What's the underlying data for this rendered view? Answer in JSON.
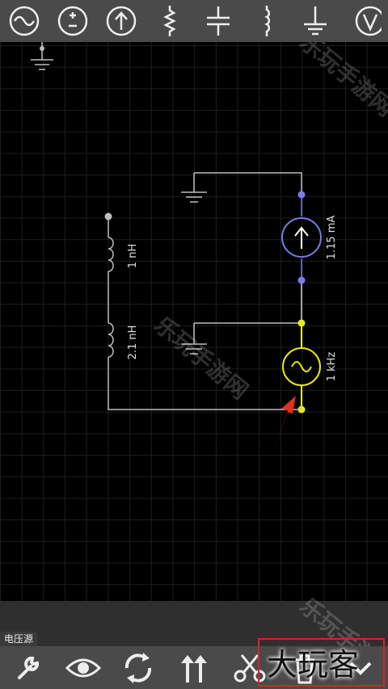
{
  "toolbar": {
    "tools": [
      {
        "name": "ac-source-tool"
      },
      {
        "name": "dc-source-tool"
      },
      {
        "name": "current-source-tool"
      },
      {
        "name": "resistor-tool"
      },
      {
        "name": "capacitor-tool"
      },
      {
        "name": "inductor-tool"
      },
      {
        "name": "ground-tool"
      },
      {
        "name": "voltmeter-tool"
      }
    ]
  },
  "circuit": {
    "inductor1_label": "1 nH",
    "inductor2_label": "2.1 nH",
    "current_source_label": "1.15 mA",
    "ac_source_label": "1 kHz",
    "colors": {
      "wire": "#bdbdbd",
      "selected": "#e8e81a",
      "current": "#7a7ae8",
      "arrow": "#e0301e"
    }
  },
  "status": {
    "label": "电压源"
  },
  "bottom_toolbar": {
    "tools": [
      {
        "name": "settings-wrench"
      },
      {
        "name": "view-eye"
      },
      {
        "name": "rotate"
      },
      {
        "name": "flip"
      },
      {
        "name": "cut"
      },
      {
        "name": "delete"
      },
      {
        "name": "more"
      }
    ]
  },
  "overlay": {
    "brand": "大玩客",
    "watermark": "乐玩手游网"
  }
}
